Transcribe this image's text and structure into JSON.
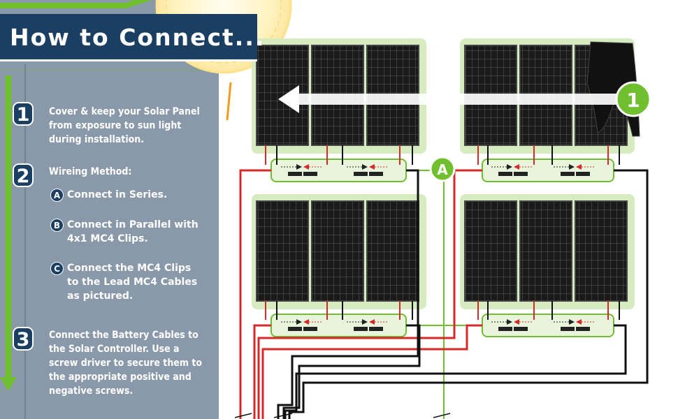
{
  "title": "How to Connect...",
  "steps": [
    {
      "number": "1",
      "text": "Cover & keep your Solar Panel from exposure to sun light during installation."
    },
    {
      "number": "2",
      "text": "Wireing Method:",
      "sub_steps": [
        {
          "letter": "A",
          "text": "Connect in Series."
        },
        {
          "letter": "B",
          "text": "Connect in Parallel with 4x1 MC4 Clips."
        },
        {
          "letter": "C",
          "text": "Connect the MC4 Clips to the Lead MC4 Cables as pictured."
        }
      ]
    },
    {
      "number": "3",
      "text": "Connect the Battery Cables to the Solar Controller. Use a screw driver to secure them to the appropriate positive and negative screws."
    }
  ],
  "diagram": {
    "marker_step": "1",
    "marker_series": "A"
  },
  "colors": {
    "sidebar": "#8a99aa",
    "title_bg": "#1b3e63",
    "accent_green": "#6fbf2e",
    "panel_bg": "#d7ebc0",
    "wire_red": "#d62a2a",
    "wire_black": "#111111",
    "sun": "#fdebaa"
  }
}
